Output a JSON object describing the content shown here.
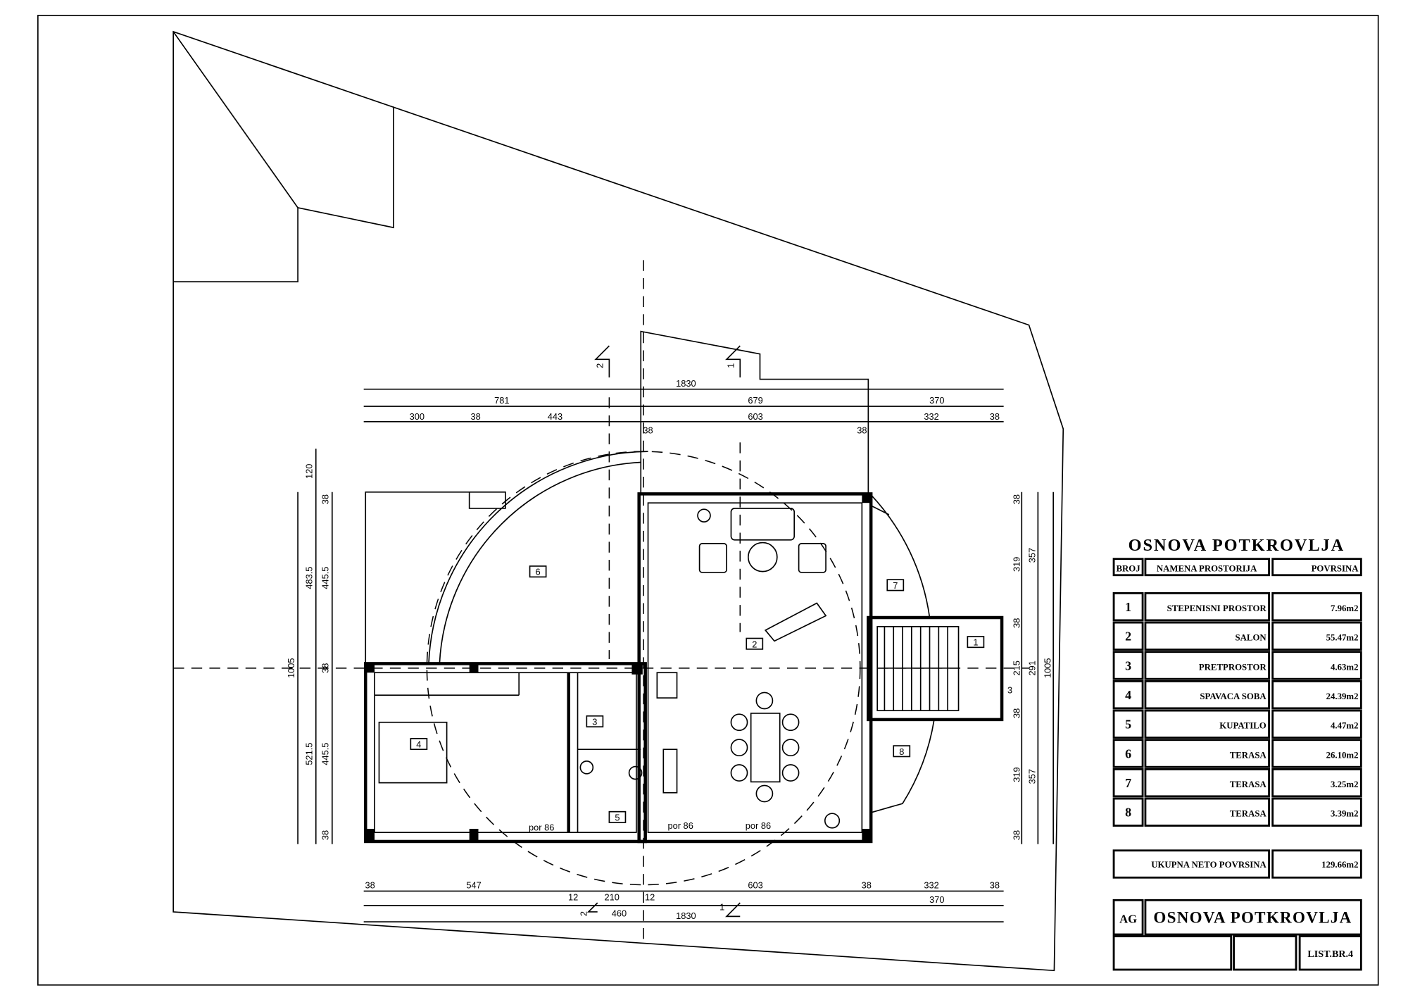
{
  "drawing": {
    "dims_top": {
      "total": "1830",
      "a": "781",
      "b": "679",
      "c": "370",
      "d1": "300",
      "d2": "38",
      "d3": "443",
      "d4": "38",
      "d5": "603",
      "d6": "38",
      "d7": "332",
      "d8": "38"
    },
    "dims_bottom": {
      "b1": "38",
      "b2": "547",
      "b3": "12",
      "b4": "210",
      "b5": "12",
      "b6": "603",
      "b7": "38",
      "b8": "332",
      "b9": "38",
      "c1": "370",
      "c2": "460",
      "total": "1830"
    },
    "dims_left": {
      "total": "1005",
      "a": "120",
      "b": "483.5",
      "c": "521.5",
      "d1": "38",
      "d2": "445.5",
      "d3": "38",
      "d4": "445.5",
      "d5": "38"
    },
    "dims_right": {
      "total": "1005",
      "a": "357",
      "b": "291",
      "c": "357",
      "d1": "38",
      "d2": "319",
      "d3": "38",
      "d4": "215",
      "d5": "38",
      "d6": "319",
      "d7": "38"
    },
    "rooms": [
      "1",
      "2",
      "3",
      "4",
      "5",
      "6",
      "7",
      "8"
    ],
    "sections": {
      "s1": "1",
      "s2": "2",
      "s3": "3"
    },
    "windows": {
      "w1": "por 86",
      "w2": "por 86",
      "w3": "por 86"
    }
  },
  "legend": {
    "title": "OSNOVA POTKROVLJA",
    "headers": [
      "BROJ",
      "NAMENA PROSTORIJA",
      "POVRSINA"
    ],
    "rows": [
      {
        "no": "1",
        "name": "STEPENISNI PROSTOR",
        "area": "7.96m2"
      },
      {
        "no": "2",
        "name": "SALON",
        "area": "55.47m2"
      },
      {
        "no": "3",
        "name": "PRETPROSTOR",
        "area": "4.63m2"
      },
      {
        "no": "4",
        "name": "SPAVACA SOBA",
        "area": "24.39m2"
      },
      {
        "no": "5",
        "name": "KUPATILO",
        "area": "4.47m2"
      },
      {
        "no": "6",
        "name": "TERASA",
        "area": "26.10m2"
      },
      {
        "no": "7",
        "name": "TERASA",
        "area": "3.25m2"
      },
      {
        "no": "8",
        "name": "TERASA",
        "area": "3.39m2"
      }
    ],
    "total_label": "UKUPNA NETO POVRSINA",
    "total_value": "129.66m2"
  },
  "title_block": {
    "code": "AG",
    "title": "OSNOVA POTKROVLJA",
    "sheet": "LIST.BR.4"
  }
}
